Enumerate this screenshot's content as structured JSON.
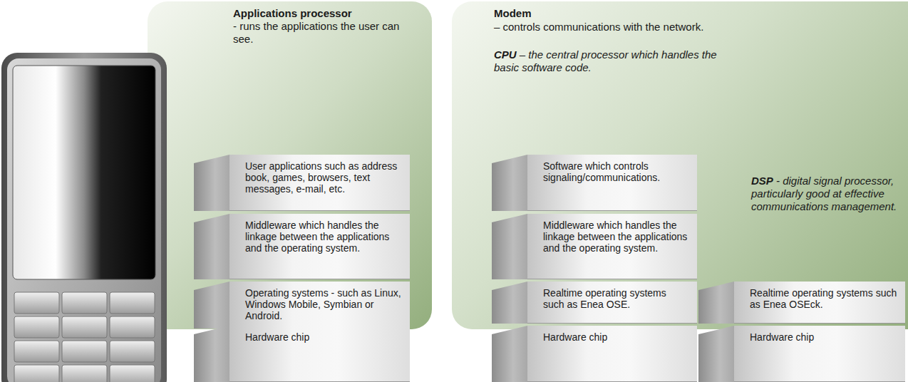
{
  "diagram": {
    "nodes": [
      {
        "text": [
          "Applications processor",
          "- runs the applications the user can see."
        ]
      },
      {
        "text": [
          "User applications such as address book, games, browsers, text messages, e-mail, etc."
        ],
        "in": 0
      },
      {
        "text": [
          "Middleware which handles the linkage between the applications and the operating system."
        ],
        "in": 0
      },
      {
        "text": [
          "Operating systems - such as Linux, Windows Mobile, Symbian or Android."
        ],
        "in": 0
      },
      {
        "text": [
          "Hardware chip"
        ],
        "in": 0
      },
      {
        "text": [
          "Modem",
          "– controls communications with the network.",
          "CPU – the central processor which handles the basic software code.",
          "DSP - digital signal processor, particularly good at effective communications management."
        ]
      },
      {
        "text": [
          "Software which controls signaling/communications."
        ],
        "in": 5
      },
      {
        "text": [
          "Middleware which handles the linkage between the applications and the operating system."
        ],
        "in": 5
      },
      {
        "text": [
          "Realtime operating systems such as Enea OSE."
        ],
        "in": 5
      },
      {
        "text": [
          "Hardware chip"
        ],
        "in": 5
      },
      {
        "text": [
          "Realtime operating systems such as Enea OSEck."
        ],
        "in": 5
      },
      {
        "text": [
          "Hardware chip"
        ],
        "in": 5
      }
    ]
  }
}
